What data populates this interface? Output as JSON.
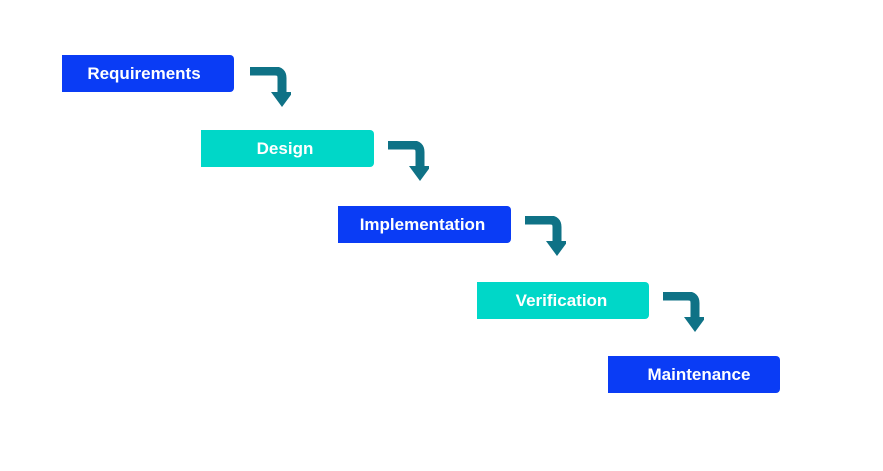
{
  "diagram": {
    "stages": [
      {
        "label": "Requirements",
        "color": "#0a3cf5"
      },
      {
        "label": "Design",
        "color": "#00d7c8"
      },
      {
        "label": "Implementation",
        "color": "#0a3cf5"
      },
      {
        "label": "Verification",
        "color": "#00d7c8"
      },
      {
        "label": "Maintenance",
        "color": "#0a3cf5"
      }
    ],
    "arrow_color": "#0f7286",
    "arrow_icon": "curved-down-arrow-icon"
  }
}
